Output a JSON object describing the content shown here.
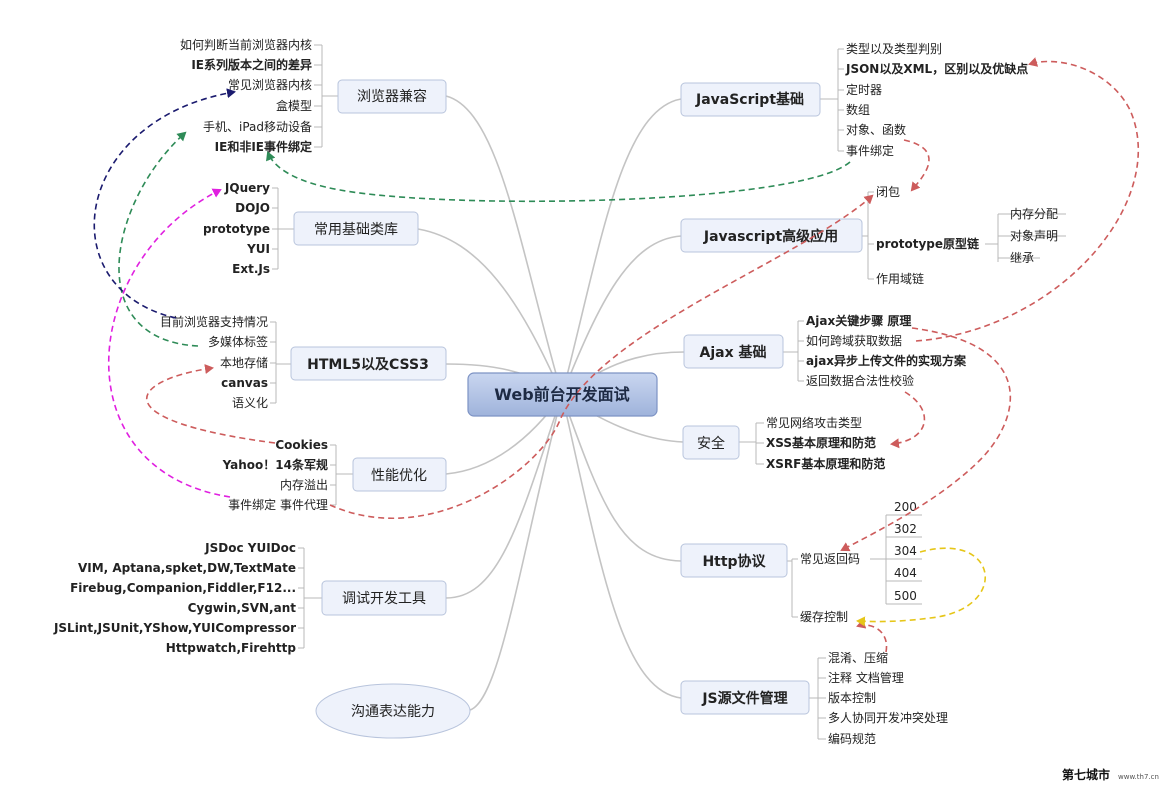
{
  "center": {
    "label": "Web前台开发面试"
  },
  "left": [
    {
      "id": "browser",
      "label": "浏览器兼容",
      "items": [
        "如何判断当前浏览器内核",
        "IE系列版本之间的差异",
        "常见浏览器内核",
        "盒模型",
        "手机、iPad移动设备",
        "IE和非IE事件绑定"
      ]
    },
    {
      "id": "libs",
      "label": "常用基础类库",
      "items": [
        "JQuery",
        "DOJO",
        "prototype",
        "YUI",
        "Ext.Js"
      ]
    },
    {
      "id": "html5",
      "label": "HTML5以及CSS3",
      "items": [
        "目前浏览器支持情况",
        "多媒体标签",
        "本地存储",
        "canvas",
        "语义化"
      ]
    },
    {
      "id": "perf",
      "label": "性能优化",
      "items": [
        "Cookies",
        "Yahoo！14条军规",
        "内存溢出",
        "事件绑定 事件代理"
      ]
    },
    {
      "id": "debug",
      "label": "调试开发工具",
      "items": [
        "JSDoc YUIDoc",
        "VIM, Aptana,spket,DW,TextMate",
        "Firebug,Companion,Fiddler,F12...",
        "Cygwin,SVN,ant",
        "JSLint,JSUnit,YShow,YUICompressor",
        "Httpwatch,Firehttp"
      ]
    },
    {
      "id": "comm",
      "label": "沟通表达能力",
      "items": []
    }
  ],
  "right": [
    {
      "id": "jsbasic",
      "label": "JavaScript基础",
      "items": [
        "类型以及类型判别",
        "JSON以及XML，区别以及优缺点",
        "定时器",
        "数组",
        "对象、函数",
        "事件绑定"
      ]
    },
    {
      "id": "jsadv",
      "label": "Javascript高级应用",
      "items": [
        "闭包",
        "prototype原型链",
        "作用域链"
      ],
      "sub": [
        "内存分配",
        "对象声明",
        "继承"
      ]
    },
    {
      "id": "ajax",
      "label": "Ajax 基础",
      "items": [
        "Ajax关键步骤 原理",
        "如何跨域获取数据",
        "ajax异步上传文件的实现方案",
        "返回数据合法性校验"
      ]
    },
    {
      "id": "security",
      "label": "安全",
      "items": [
        "常见网络攻击类型",
        "XSS基本原理和防范",
        "XSRF基本原理和防范"
      ]
    },
    {
      "id": "http",
      "label": "Http协议",
      "items": [
        "常见返回码",
        "缓存控制"
      ],
      "codes": [
        "200",
        "302",
        "304",
        "404",
        "500"
      ]
    },
    {
      "id": "jsfile",
      "label": "JS源文件管理",
      "items": [
        "混淆、压缩",
        "注释 文档管理",
        "版本控制",
        "多人协同开发冲突处理",
        "编码规范"
      ]
    }
  ],
  "watermark": {
    "main": "第七城市",
    "sub": "www.th7.cn"
  },
  "colors": {
    "red": "#cd5c5c",
    "green": "#2e8b57",
    "navy": "#1a1a6e",
    "magenta": "#e020e0",
    "yellow": "#e6c619"
  }
}
